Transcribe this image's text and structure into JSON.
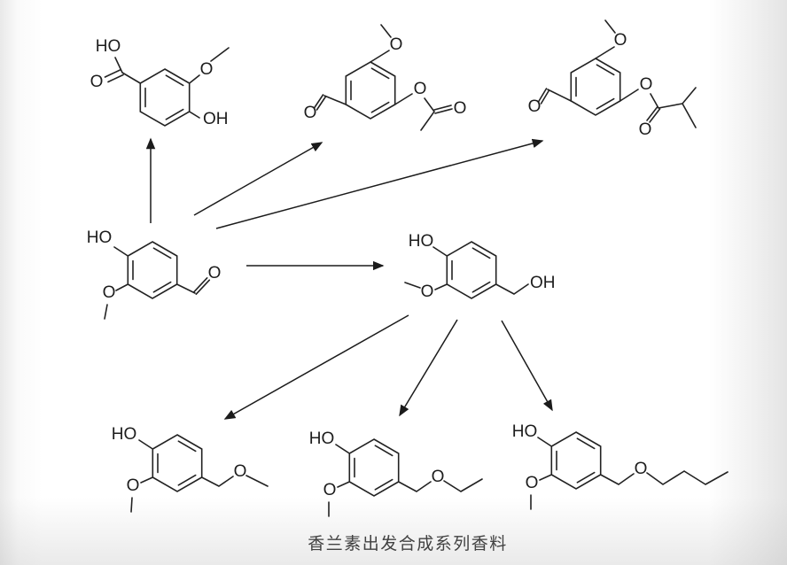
{
  "caption": "香兰素出发合成系列香料",
  "molecules": {
    "vanillic_acid": {
      "labels": {
        "acid_ho": "HO",
        "acid_carbonyl_o": "O",
        "methoxy_o": "O",
        "phenol_oh": "OH"
      }
    },
    "vanillin_acetate": {
      "labels": {
        "aldehyde_o": "O",
        "methoxy_o": "O",
        "ester_o": "O",
        "ester_carbonyl_o": "O"
      }
    },
    "vanillin_isobutyrate": {
      "labels": {
        "aldehyde_o": "O",
        "methoxy_o": "O",
        "ester_o": "O",
        "ester_carbonyl_o": "O"
      }
    },
    "vanillin": {
      "labels": {
        "phenol_ho": "HO",
        "methoxy_o": "O",
        "aldehyde_o": "O"
      }
    },
    "vanillyl_alcohol": {
      "labels": {
        "phenol_ho": "HO",
        "methoxy_o": "O",
        "hydroxymethyl_oh": "OH"
      }
    },
    "vanillyl_methyl_ether": {
      "labels": {
        "phenol_ho": "HO",
        "methoxy_o": "O",
        "ether_o": "O"
      }
    },
    "vanillyl_ethyl_ether": {
      "labels": {
        "phenol_ho": "HO",
        "methoxy_o": "O",
        "ether_o": "O"
      }
    },
    "vanillyl_butyl_ether": {
      "labels": {
        "phenol_ho": "HO",
        "methoxy_o": "O",
        "ether_o": "O"
      }
    }
  },
  "arrows": [
    {
      "from": "vanillin",
      "to": "vanillic_acid"
    },
    {
      "from": "vanillin",
      "to": "vanillin_acetate"
    },
    {
      "from": "vanillin",
      "to": "vanillin_isobutyrate"
    },
    {
      "from": "vanillin",
      "to": "vanillyl_alcohol"
    },
    {
      "from": "vanillyl_alcohol",
      "to": "vanillyl_methyl_ether"
    },
    {
      "from": "vanillyl_alcohol",
      "to": "vanillyl_ethyl_ether"
    },
    {
      "from": "vanillyl_alcohol",
      "to": "vanillyl_butyl_ether"
    }
  ]
}
